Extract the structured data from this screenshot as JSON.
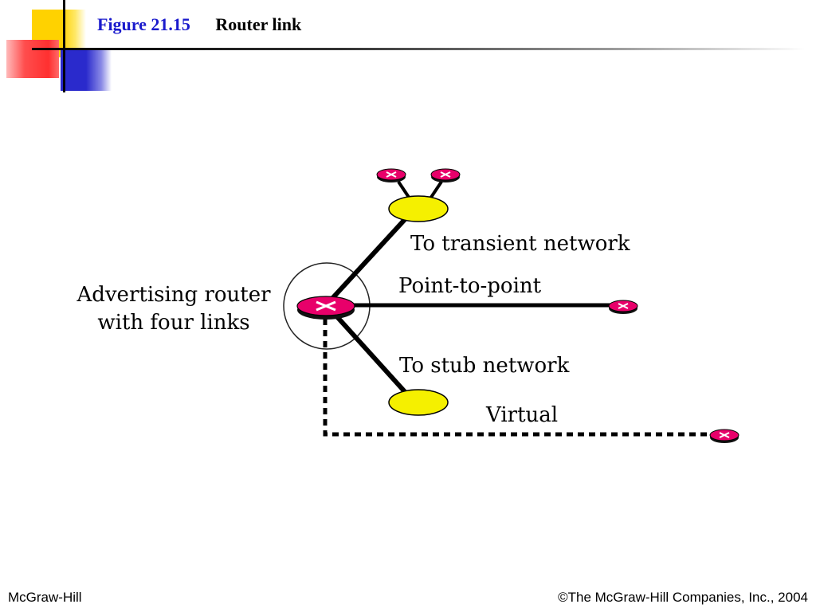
{
  "header": {
    "figure_number": "Figure 21.15",
    "title": "Router link"
  },
  "diagram": {
    "router_label_line1": "Advertising router",
    "router_label_line2": "with four links",
    "links": [
      {
        "type": "transient",
        "label": "To transient network"
      },
      {
        "type": "point-to-point",
        "label": "Point-to-point"
      },
      {
        "type": "stub",
        "label": "To stub network"
      },
      {
        "type": "virtual",
        "label": "Virtual"
      }
    ]
  },
  "footer": {
    "left": "McGraw-Hill",
    "right": "©The McGraw-Hill Companies, Inc., 2004"
  },
  "colors": {
    "router_fill": "#e8006a",
    "network_fill": "#f5f000",
    "accent_blue": "#2a2acc",
    "accent_yellow": "#ffd200",
    "accent_red": "#ff4d4d"
  }
}
